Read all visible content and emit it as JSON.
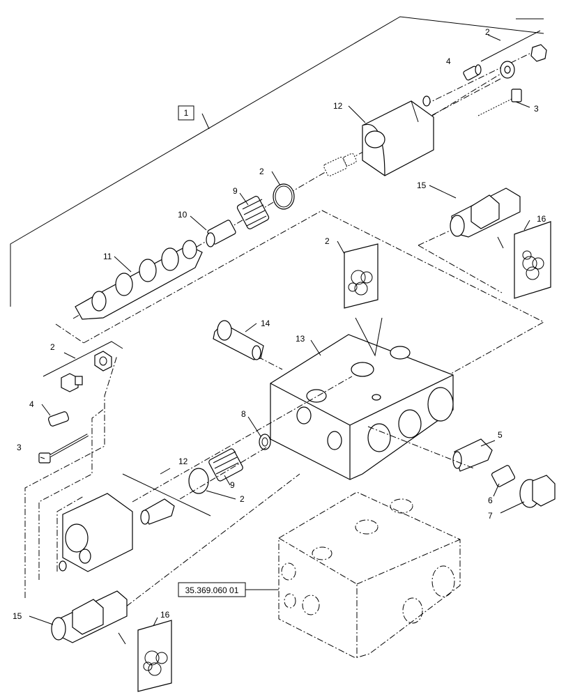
{
  "diagram": {
    "assembly_callout": "1",
    "reference_callout": "35.369.060 01",
    "callouts": {
      "c2_top": "2",
      "c3_top": "3",
      "c4_top": "4",
      "c12_top": "12",
      "c2_oring": "2",
      "c9_top": "9",
      "c10": "10",
      "c11": "11",
      "c15_top": "15",
      "c16_top": "16",
      "c2_bag": "2",
      "c14": "14",
      "c13": "13",
      "c8": "8",
      "c2_left": "2",
      "c4_left": "4",
      "c3_left": "3",
      "c12_left": "12",
      "c9_left": "9",
      "c2_left_oring": "2",
      "c5": "5",
      "c6": "6",
      "c7": "7",
      "c15_bottom": "15",
      "c16_bottom": "16"
    }
  }
}
